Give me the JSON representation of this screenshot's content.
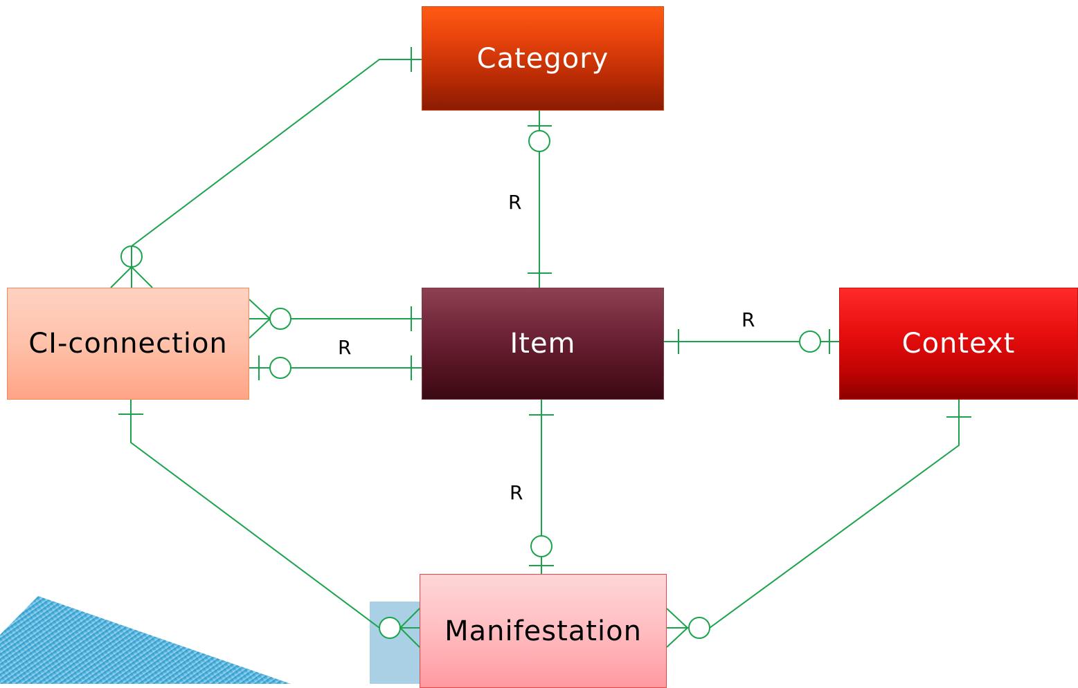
{
  "entities": {
    "category": "Category",
    "item": "Item",
    "context": "Context",
    "ci_connection": "CI-connection",
    "manifestation": "Manifestation"
  },
  "relationship_labels": {
    "category_item": "R",
    "ci_connection_item": "R",
    "item_context": "R",
    "item_manifestation": "R"
  },
  "colors": {
    "connector": "#1aa34a",
    "category_fill": "#e8440c",
    "item_fill": "#6e2437",
    "context_fill": "#e80e0e",
    "ci_connection_fill": "#ffc1aa",
    "manifestation_fill": "#ffbdc1",
    "decoration_blue": "#3aa6d6"
  }
}
